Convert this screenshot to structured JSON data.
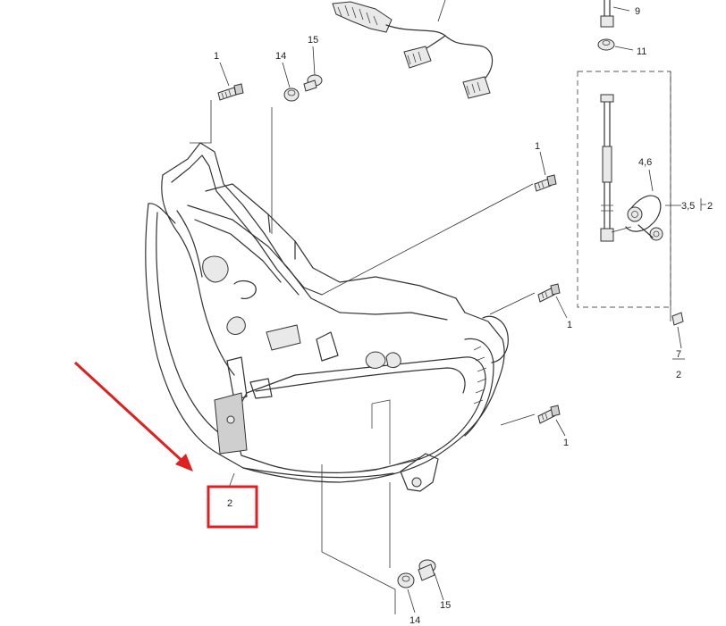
{
  "diagram": {
    "callouts": [
      {
        "id": "c9",
        "text": "9"
      },
      {
        "id": "c11",
        "text": "11"
      },
      {
        "id": "c15a",
        "text": "15"
      },
      {
        "id": "c14a",
        "text": "14"
      },
      {
        "id": "c1a",
        "text": "1"
      },
      {
        "id": "c1b",
        "text": "1"
      },
      {
        "id": "c46",
        "text": "4,6"
      },
      {
        "id": "c35",
        "text": "3,5"
      },
      {
        "id": "c2r",
        "text": "2"
      },
      {
        "id": "c1c",
        "text": "1"
      },
      {
        "id": "c7",
        "text": "7"
      },
      {
        "id": "c2b",
        "text": "2"
      },
      {
        "id": "c1d",
        "text": "1"
      },
      {
        "id": "c2main",
        "text": "2"
      },
      {
        "id": "c14b",
        "text": "14"
      },
      {
        "id": "c15b",
        "text": "15"
      }
    ],
    "colors": {
      "line": "#333333",
      "highlight": "#e02020",
      "background": "#ffffff"
    },
    "highlight": {
      "target_callout": "2"
    }
  }
}
